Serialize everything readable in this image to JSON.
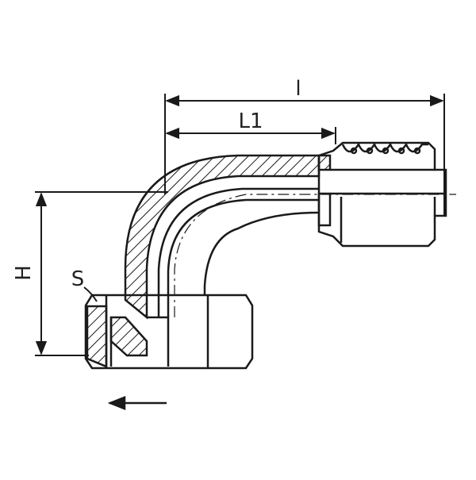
{
  "drawing": {
    "dimensions": {
      "overall_length": "l",
      "hose_length": "L1",
      "height": "H",
      "wrench_size": "S"
    },
    "colors": {
      "line": "#1a1a1a",
      "background": "#ffffff",
      "hatch": "#1a1a1a"
    }
  }
}
